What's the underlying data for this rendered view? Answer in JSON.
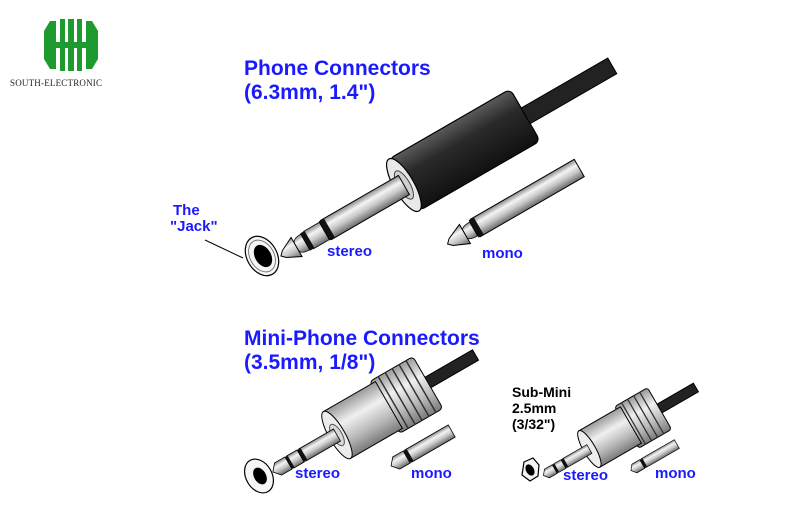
{
  "logo": {
    "brand_text": "SOUTH-ELECTRONIC",
    "color": "#1f9a2f",
    "icon": "hh-logo-icon"
  },
  "sections": {
    "phone": {
      "title_line1": "Phone Connectors",
      "title_line2": "(6.3mm, 1.4\")",
      "jack_label_line1": "The",
      "jack_label_line2": "\"Jack\"",
      "stereo_label": "stereo",
      "mono_label": "mono"
    },
    "mini": {
      "title_line1": "Mini-Phone Connectors",
      "title_line2": "(3.5mm, 1/8\")",
      "stereo_label": "stereo",
      "mono_label": "mono"
    },
    "submini": {
      "title_line1": "Sub-Mini",
      "title_line2": "2.5mm",
      "title_line3": "(3/32\")",
      "stereo_label": "stereo",
      "mono_label": "mono"
    }
  },
  "colors": {
    "label_blue": "#1a1aff",
    "text_black": "#000000",
    "background": "#ffffff"
  }
}
